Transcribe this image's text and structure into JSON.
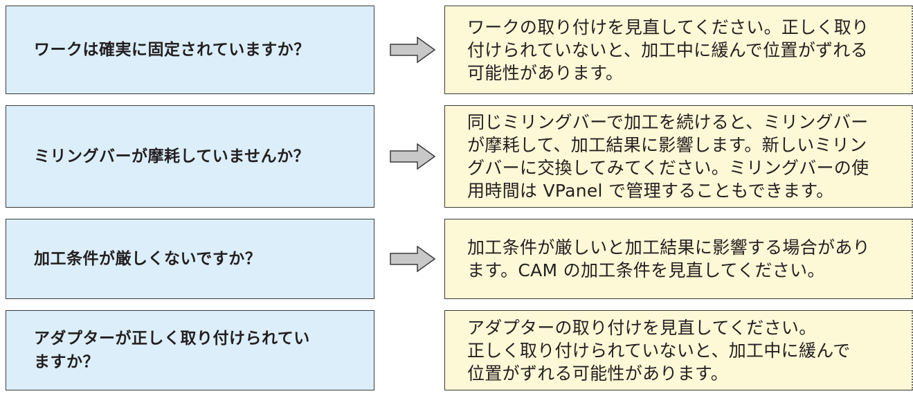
{
  "rows": [
    {
      "question": "ワークは確実に固定されていますか？",
      "answer": "ワークの取り付けを見直してください。正しく取り\n付けられていないと、加工中に緩んで位置がずれる\n可能性があります。"
    },
    {
      "question": "ミリングバーが摩耗していませんか？",
      "answer": "同じミリングバーで加工を続けると、ミリングバー\nが摩耗して、加工結果に影響します。新しいミリン\nグバーに交換してみてください。ミリングバーの使\n用時間は VPanel で管理することもできます。"
    },
    {
      "question": "加工条件が厳しくないですか？",
      "answer": "加工条件が厳しいと加工結果に影響する場合があり\nます。CAM の加工条件を見直してください。"
    },
    {
      "question": "アダプターが正しく取り付けられてい\nますか？",
      "answer": "アダプターの取り付けを見直してください。\n正しく取り付けられていないと、加工中に緩んで\n位置がずれる可能性があります。"
    }
  ],
  "colors": {
    "question_bg": "#dbeef9",
    "answer_bg": "#fdf8d6",
    "arrow_fill": "#c8c8c8",
    "border": "#3a3a3a"
  },
  "icons": {
    "arrow": "right-arrow-icon"
  }
}
